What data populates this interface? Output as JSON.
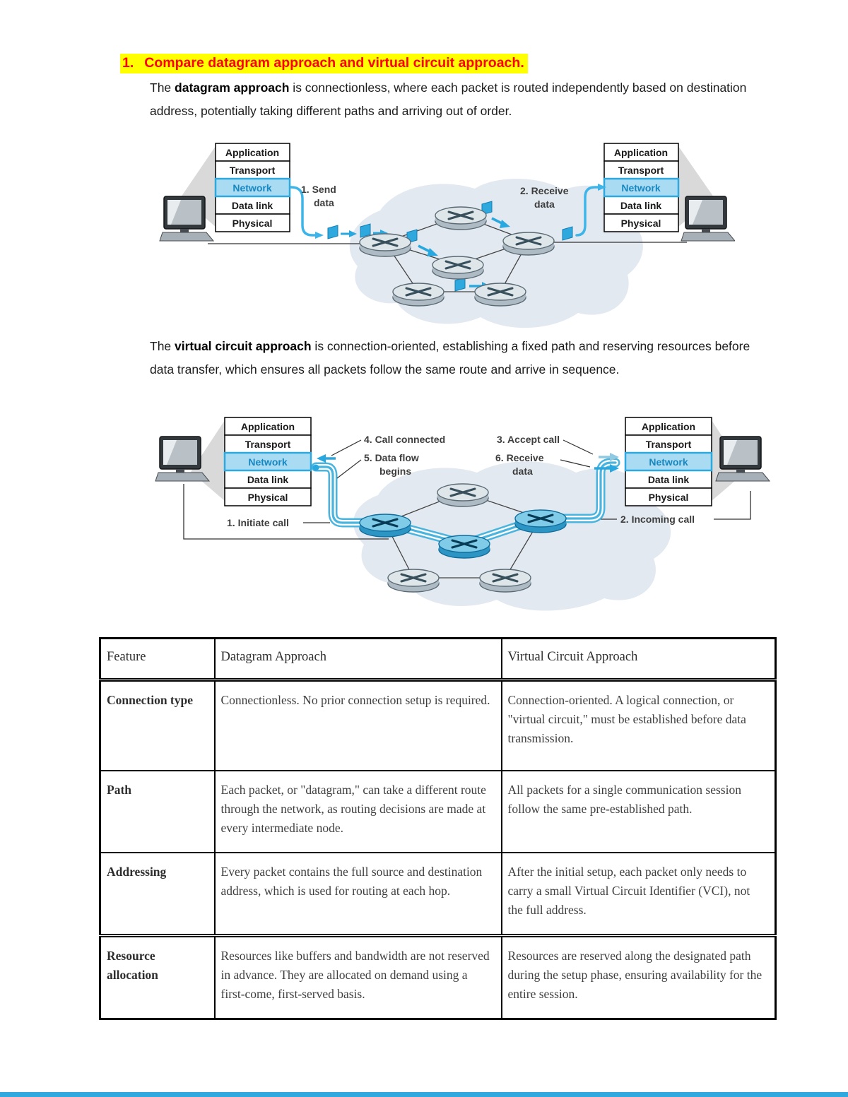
{
  "heading": {
    "number": "1.",
    "text": "Compare datagram approach and virtual circuit approach."
  },
  "intro_datagram": {
    "pre": "The ",
    "bold": "datagram approach",
    "post": " is connectionless, where each packet is routed independently based on destination address, potentially taking different paths and arriving out of order."
  },
  "intro_vc": {
    "pre": "The ",
    "bold": "virtual circuit approach",
    "post": " is connection-oriented, establishing a fixed path and reserving resources before data transfer, which ensures all packets follow the same route and arrive in sequence."
  },
  "stack_layers": [
    "Application",
    "Transport",
    "Network",
    "Data link",
    "Physical"
  ],
  "diagram_datagram": {
    "label_send_line1": "1. Send",
    "label_send_line2": "data",
    "label_receive_line1": "2. Receive",
    "label_receive_line2": "data"
  },
  "diagram_vc": {
    "label_initiate": "1. Initiate call",
    "label_incoming": "2. Incoming call",
    "label_accept": "3. Accept call",
    "label_connected": "4. Call connected",
    "label_dataflow_line1": "5. Data flow",
    "label_dataflow_line2": "begins",
    "label_receive_line1": "6. Receive",
    "label_receive_line2": "data"
  },
  "colors": {
    "heading_text": "#ff0000",
    "heading_highlight": "#ffff00",
    "network_layer_fill": "#a9dbf2",
    "network_layer_border": "#2da9e0",
    "network_layer_text": "#1787c0",
    "packet_blue": "#2fa9dd",
    "cloud_fill": "#e3e9f0",
    "bottom_bar": "#2fa9e0"
  },
  "table": {
    "headers": [
      "Feature",
      "Datagram Approach",
      "Virtual Circuit Approach"
    ],
    "rows": [
      {
        "feature": "Connection type",
        "datagram": "Connectionless. No prior connection setup is required.",
        "vc": "Connection-oriented. A logical connection, or \"virtual circuit,\" must be established before data transmission."
      },
      {
        "feature": "Path",
        "datagram": "Each packet, or \"datagram,\" can take a different route through the network, as routing decisions are made at every intermediate node.",
        "vc": "All packets for a single communication session follow the same pre-established path."
      },
      {
        "feature": "Addressing",
        "datagram": "Every packet contains the full source and destination address, which is used for routing at each hop.",
        "vc": "After the initial setup, each packet only needs to carry a small Virtual Circuit Identifier (VCI), not the full address."
      },
      {
        "feature": "Resource allocation",
        "datagram": "Resources like buffers and bandwidth are not reserved in advance. They are allocated on demand using a first-come, first-served basis.",
        "vc": "Resources are reserved along the designated path during the setup phase, ensuring availability for the entire session."
      }
    ]
  }
}
